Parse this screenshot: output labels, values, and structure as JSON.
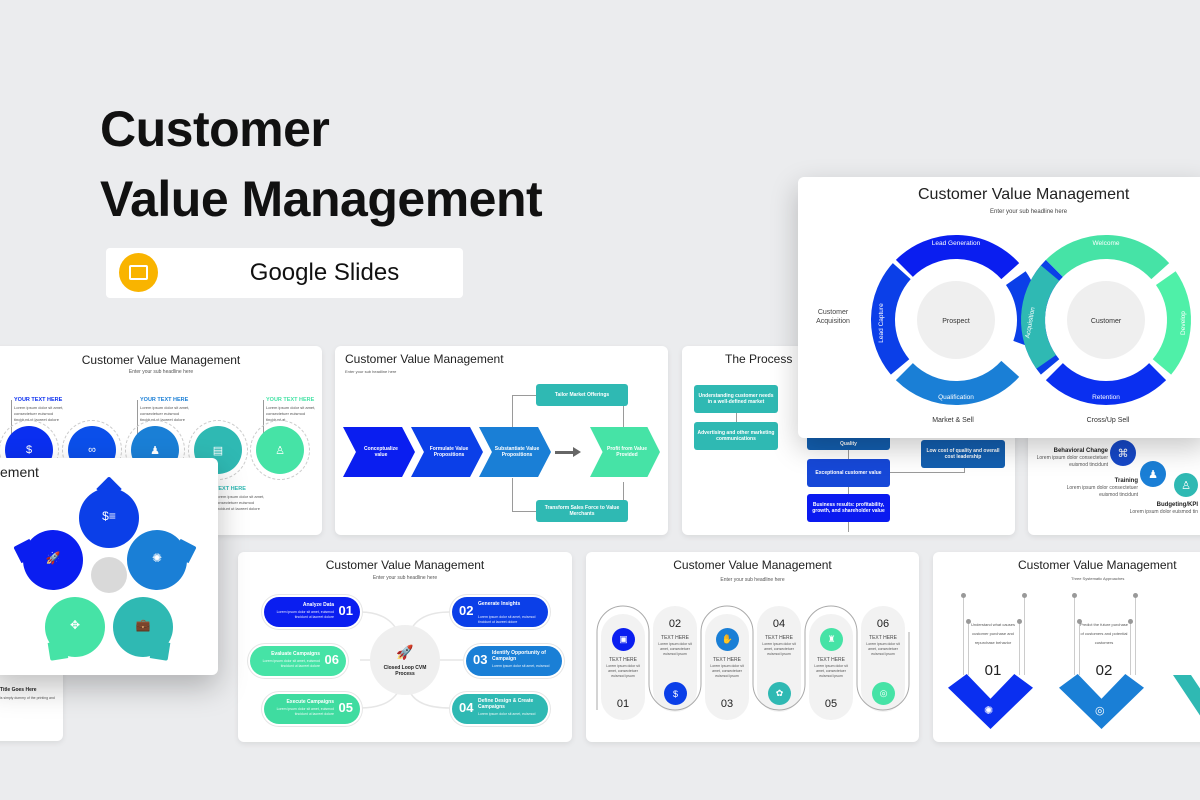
{
  "hero": {
    "title_line1": "Customer",
    "title_line2": "Value Management",
    "badge_label": "Google Slides",
    "badge_icon": "google-slides-icon",
    "badge_color": "#F9B400"
  },
  "colors": {
    "blue": "#0A2FF0",
    "mid_blue": "#1A7FD6",
    "teal": "#2FB9B3",
    "green": "#46E3A6",
    "background": "#EBECEE"
  },
  "slides": {
    "timeline": {
      "title": "Customer Value Management",
      "subtitle": "Enter your sub headline here",
      "items": [
        {
          "heading": "YOUR TEXT HERE",
          "body": "Lorem ipsum dolor sit amet, consectetuer euismod tincidunt ut laoreet dolore"
        },
        {
          "heading": "YOUR TEXT HERE",
          "body": "Lorem ipsum dolor sit amet, consectetuer euismod tincidunt ut laoreet dolore"
        },
        {
          "heading": "YOUR TEXT HERE",
          "body": "Lorem ipsum dolor sit amet, consectetuer euismod tincidunt at"
        },
        {
          "heading": "TEXT HERE",
          "body": "Lorem ipsum dolor sit amet, consectetuer euismod tincidunt ut laoreet dolore"
        }
      ]
    },
    "chevrons": {
      "title": "Customer Value Management",
      "subtitle": "Enter your sub headline here",
      "steps": [
        "Conceptualize value",
        "Formulate Value Propositions",
        "Substantiate Value Propositions",
        "Profit from Value Provided"
      ],
      "branches": [
        "Tailor Market Offerings",
        "Transform Sales Force to Value Merchants"
      ]
    },
    "process": {
      "title": "The Process",
      "left_boxes": [
        "Understanding customer needs in a well-defined market",
        "Advertising and other marketing communications"
      ],
      "center_boxes": [
        "Quality",
        "Exceptional customer value",
        "Business results: profitability, growth, and shareholder value"
      ],
      "right_box": "Low cost of quality and overall cost leadership"
    },
    "behavior": {
      "items": [
        {
          "heading": "Behavioral Change",
          "body": "Lorem ipsum dolor consectetuer euismod tincidunt"
        },
        {
          "heading": "Training",
          "body": "Lorem ipsum dolor consectetuer euismod tincidunt"
        },
        {
          "heading": "Budgeting/KPI",
          "body": "Lorem ipsum dolor euismod tin"
        }
      ]
    },
    "infinity": {
      "title": "Customer Value Management",
      "subtitle": "Enter your sub headline here",
      "left_center": "Prospect",
      "right_center": "Customer",
      "segments": {
        "lead_generation": "Lead Generation",
        "lead_capture": "Lead Capture",
        "qualification": "Qualification",
        "acquisition": "Acquisition",
        "welcome": "Welcome",
        "develop": "Develop",
        "retention": "Retention"
      },
      "side_label": "Customer Acquisition",
      "bottom_left": "Market & Sell",
      "bottom_right": "Cross/Up Sell"
    },
    "pentagon": {
      "title_fragment": "ement",
      "icons": [
        "document-dollar-icon",
        "rocket-icon",
        "brain-icon",
        "puzzle-icon",
        "briefcase-icon"
      ]
    },
    "closed_loop": {
      "title": "Customer Value Management",
      "subtitle": "Enter your sub headline here",
      "center": "Closed Loop CVM Process",
      "steps": [
        {
          "num": "01",
          "title": "Analyze Data",
          "body": "Lorem ipsum dolor sit amet, euismod tincidunt ut laoreet dolore"
        },
        {
          "num": "02",
          "title": "Generate Insights",
          "body": "Lorem ipsum dolor sit amet, euismod tincidunt ut laoreet dolore"
        },
        {
          "num": "03",
          "title": "Identify Opportunity of Campaign",
          "body": "Lorem ipsum dolor sit amet, euismod"
        },
        {
          "num": "04",
          "title": "Define Design & Create Campaigns",
          "body": "Lorem ipsum dolor sit amet, euismod"
        },
        {
          "num": "05",
          "title": "Execute Campaigns",
          "body": "Lorem ipsum dolor sit amet, euismod tincidunt ut laoreet dolore"
        },
        {
          "num": "06",
          "title": "Evaluate Campaigns",
          "body": "Lorem ipsum dolor sit amet, euismod tincidunt ut laoreet dolore"
        }
      ]
    },
    "wave": {
      "title": "Customer Value Management",
      "subtitle": "Enter your sub headline here",
      "items": [
        {
          "num": "01",
          "heading": "TEXT HERE",
          "body": "Lorem ipsum dolor sit amet, consectetuer euismod ipsum",
          "icon": "briefcase-icon"
        },
        {
          "num": "02",
          "heading": "TEXT HERE",
          "body": "Lorem ipsum dolor sit amet, consectetuer euismod ipsum",
          "icon": "money-bag-icon"
        },
        {
          "num": "03",
          "heading": "TEXT HERE",
          "body": "Lorem ipsum dolor sit amet, consectetuer euismod ipsum",
          "icon": "handshake-icon"
        },
        {
          "num": "04",
          "heading": "TEXT HERE",
          "body": "Lorem ipsum dolor sit amet, consectetuer euismod ipsum",
          "icon": "network-icon"
        },
        {
          "num": "05",
          "heading": "TEXT HERE",
          "body": "Lorem ipsum dolor sit amet, consectetuer euismod ipsum",
          "icon": "chess-icon"
        },
        {
          "num": "06",
          "heading": "TEXT HERE",
          "body": "Lorem ipsum dolor sit amet, consectetuer euismod ipsum",
          "icon": "target-icon"
        }
      ]
    },
    "approaches": {
      "title": "Customer Value Management",
      "subtitle": "Three Systematic Approaches",
      "items": [
        {
          "num": "01",
          "text": "Understand what causes customer purchase and repurchase behavior"
        },
        {
          "num": "02",
          "text": "Predict the future purchase of customers and potential customers"
        }
      ]
    },
    "back_slide": {
      "title": "Title Goes Here",
      "body": "is simply dummy of the printing and"
    }
  }
}
